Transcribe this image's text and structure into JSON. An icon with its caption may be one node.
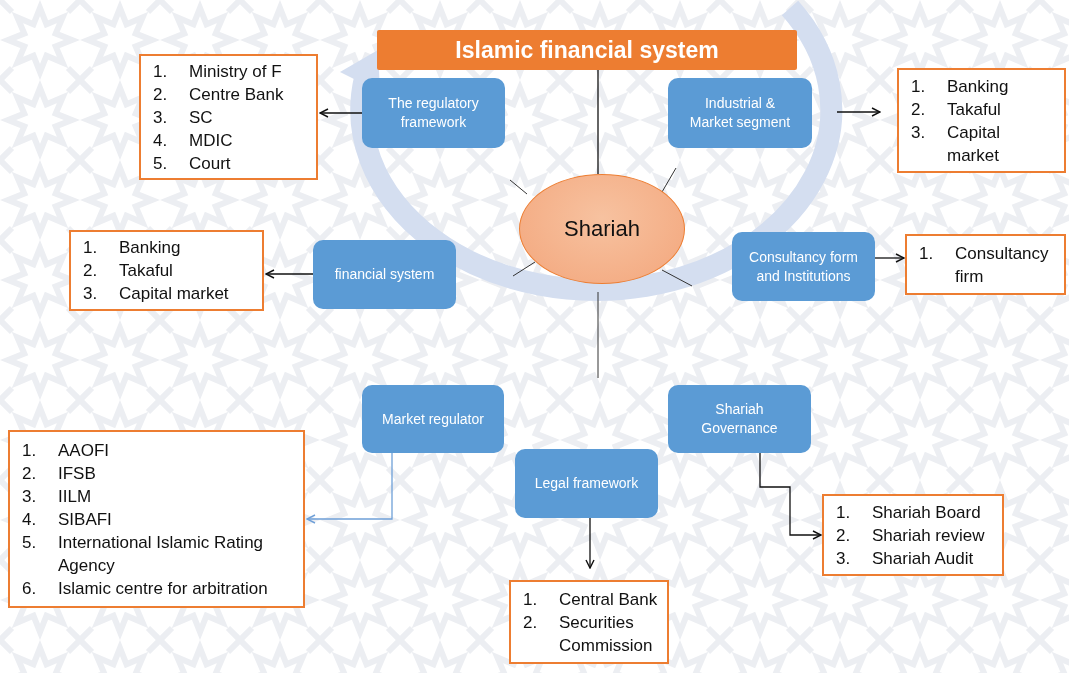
{
  "diagram": {
    "nodes": [
      {
        "text": [
          "Islamic financial system"
        ]
      },
      {
        "text": [
          "The regulatory framework"
        ]
      },
      {
        "text": [
          "1. Ministry of F",
          "2. Centre Bank",
          "3. SC",
          "4. MDIC",
          "5. Court"
        ]
      },
      {
        "text": [
          "Industrial & Market segment"
        ]
      },
      {
        "text": [
          "1. Banking",
          "2. Takaful",
          "3. Capital market"
        ]
      },
      {
        "text": [
          "Shariah"
        ]
      },
      {
        "text": [
          "financial system"
        ]
      },
      {
        "text": [
          "1. Banking",
          "2. Takaful",
          "3. Capital market"
        ]
      },
      {
        "text": [
          "Consultancy form and Institutions"
        ]
      },
      {
        "text": [
          "1. Consultancy firm"
        ]
      },
      {
        "text": [
          "Market regulator"
        ]
      },
      {
        "text": [
          "Shariah Governance"
        ]
      },
      {
        "text": [
          "1. AAOFI",
          "2. IFSB",
          "3. IILM",
          "4. SIBAFI",
          "5. International Islamic Rating Agency",
          "6. Islamic centre for arbitration"
        ]
      },
      {
        "text": [
          "Legal framework"
        ]
      },
      {
        "text": [
          "1. Shariah Board",
          "2. Shariah review",
          "3. Shariah Audit"
        ]
      },
      {
        "text": [
          "1. Central Bank",
          "2. Securities Commission"
        ]
      }
    ],
    "edges": [
      {
        "from": 5,
        "to": 0,
        "arrow": "none"
      },
      {
        "from": 1,
        "to": 2,
        "arrow": "to"
      },
      {
        "from": 3,
        "to": 4,
        "arrow": "to"
      },
      {
        "from": 6,
        "to": 7,
        "arrow": "to"
      },
      {
        "from": 8,
        "to": 9,
        "arrow": "to"
      },
      {
        "from": 10,
        "to": 12,
        "arrow": "to",
        "color": "#6fa0d8"
      },
      {
        "from": 13,
        "to": 15,
        "arrow": "to"
      },
      {
        "from": 11,
        "to": 14,
        "arrow": "to"
      }
    ]
  }
}
